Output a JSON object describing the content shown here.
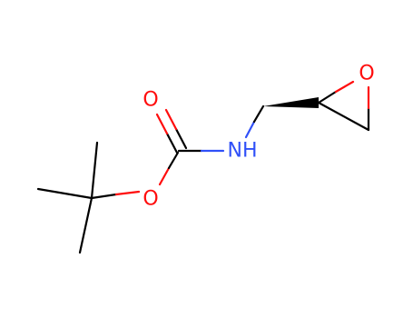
{
  "molecule": {
    "atoms": {
      "carbonyl_o": "O",
      "ester_o": "O",
      "amine_n": "NH",
      "epoxide_o": "O"
    },
    "colors": {
      "bond": "#000000",
      "oxygen": "#ff0d0d",
      "nitrogen": "#3050f8",
      "background": "#ffffff"
    }
  }
}
